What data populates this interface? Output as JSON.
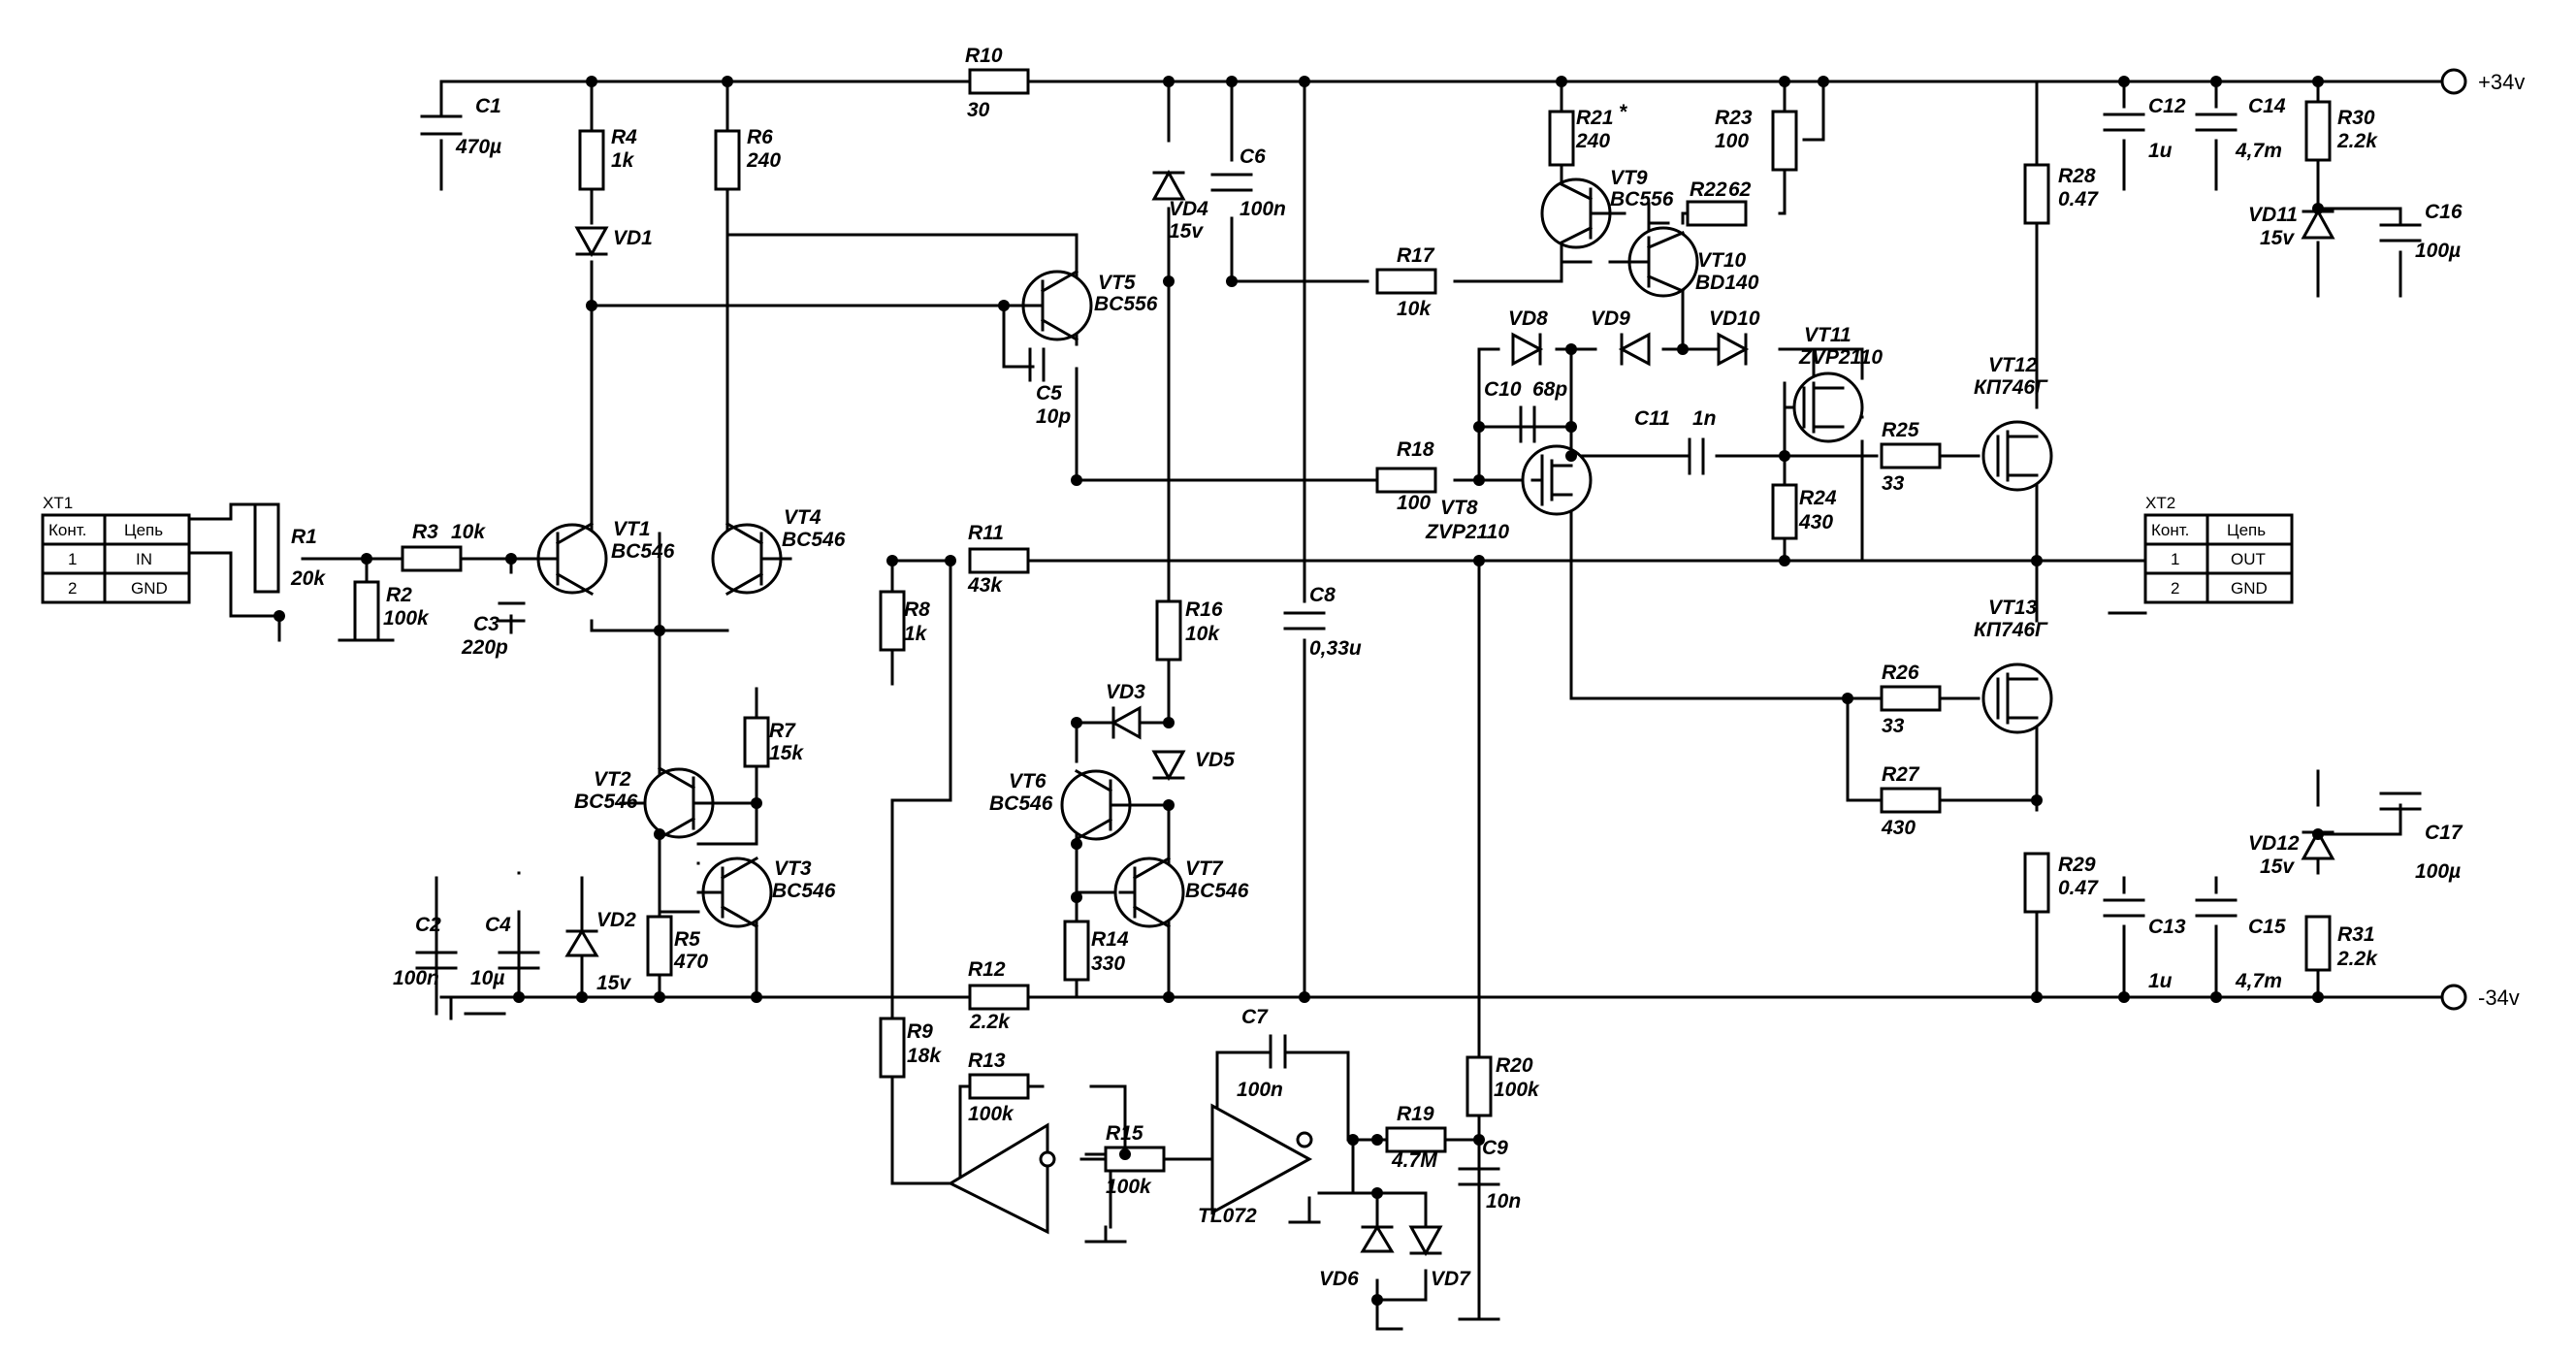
{
  "rails": {
    "positive": "+34v",
    "negative": "-34v"
  },
  "connectors": {
    "xt1": {
      "title": "XT1",
      "header": [
        "Конт.",
        "Цепь"
      ],
      "rows": [
        [
          "1",
          "IN"
        ],
        [
          "2",
          "GND"
        ]
      ]
    },
    "xt2": {
      "title": "XT2",
      "header": [
        "Конт.",
        "Цепь"
      ],
      "rows": [
        [
          "1",
          "OUT"
        ],
        [
          "2",
          "GND"
        ]
      ]
    }
  },
  "components": {
    "C1": {
      "ref": "C1",
      "value": "470µ"
    },
    "R1": {
      "ref": "R1",
      "value": "20k"
    },
    "R2": {
      "ref": "R2",
      "value": "100k"
    },
    "R3": {
      "ref": "R3",
      "value": "10k"
    },
    "C3": {
      "ref": "C3",
      "value": "220p"
    },
    "R4": {
      "ref": "R4",
      "value": "1k"
    },
    "VD1": {
      "ref": "VD1",
      "value": ""
    },
    "R6": {
      "ref": "R6",
      "value": "240"
    },
    "VT1": {
      "ref": "VT1",
      "value": "BC546"
    },
    "VT4": {
      "ref": "VT4",
      "value": "BC546"
    },
    "R10": {
      "ref": "R10",
      "value": "30"
    },
    "VT5": {
      "ref": "VT5",
      "value": "BC556"
    },
    "C5": {
      "ref": "C5",
      "value": "10p"
    },
    "R8": {
      "ref": "R8",
      "value": "1k"
    },
    "R11": {
      "ref": "R11",
      "value": "43k"
    },
    "R7": {
      "ref": "R7",
      "value": "15k"
    },
    "VT2": {
      "ref": "VT2",
      "value": "BC546"
    },
    "VT3": {
      "ref": "VT3",
      "value": "BC546"
    },
    "C2": {
      "ref": "C2",
      "value": "100n"
    },
    "C4": {
      "ref": "C4",
      "value": "10µ"
    },
    "VD2": {
      "ref": "VD2",
      "value": "15v"
    },
    "R5": {
      "ref": "R5",
      "value": "470"
    },
    "VD4": {
      "ref": "VD4",
      "value": "15v"
    },
    "C6": {
      "ref": "C6",
      "value": "100n"
    },
    "R16": {
      "ref": "R16",
      "value": "10k"
    },
    "VD3": {
      "ref": "VD3",
      "value": ""
    },
    "VD5": {
      "ref": "VD5",
      "value": ""
    },
    "VT6": {
      "ref": "VT6",
      "value": "BC546"
    },
    "VT7": {
      "ref": "VT7",
      "value": "BC546"
    },
    "R14": {
      "ref": "R14",
      "value": "330"
    },
    "C8": {
      "ref": "C8",
      "value": "0,33u"
    },
    "R12": {
      "ref": "R12",
      "value": "2.2k"
    },
    "R9": {
      "ref": "R9",
      "value": "18k"
    },
    "R13": {
      "ref": "R13",
      "value": "100k"
    },
    "R15": {
      "ref": "R15",
      "value": "100k"
    },
    "C7": {
      "ref": "C7",
      "value": "100n"
    },
    "U1": {
      "ref": "",
      "value": "TL072"
    },
    "R19": {
      "ref": "R19",
      "value": "4.7M"
    },
    "VD6": {
      "ref": "VD6",
      "value": ""
    },
    "VD7": {
      "ref": "VD7",
      "value": ""
    },
    "R20": {
      "ref": "R20",
      "value": "100k"
    },
    "C9": {
      "ref": "C9",
      "value": "10n"
    },
    "R17": {
      "ref": "R17",
      "value": "10k"
    },
    "R18": {
      "ref": "R18",
      "value": "100"
    },
    "VT8": {
      "ref": "VT8",
      "value": "ZVP2110"
    },
    "R21": {
      "ref": "R21",
      "value": "240",
      "mark": "*"
    },
    "VT9": {
      "ref": "VT9",
      "value": "BC556"
    },
    "R22": {
      "ref": "R22",
      "value": "62"
    },
    "R23": {
      "ref": "R23",
      "value": "100"
    },
    "VT10": {
      "ref": "VT10",
      "value": "BD140"
    },
    "VD8": {
      "ref": "VD8",
      "value": ""
    },
    "VD9": {
      "ref": "VD9",
      "value": ""
    },
    "VD10": {
      "ref": "VD10",
      "value": ""
    },
    "C10": {
      "ref": "C10",
      "value": "68p"
    },
    "VT11": {
      "ref": "VT11",
      "value": "ZVP2110"
    },
    "C11": {
      "ref": "C11",
      "value": "1n"
    },
    "R24": {
      "ref": "R24",
      "value": "430"
    },
    "R25": {
      "ref": "R25",
      "value": "33"
    },
    "VT12": {
      "ref": "VT12",
      "value": "КП746Г"
    },
    "VT13": {
      "ref": "VT13",
      "value": "КП746Г"
    },
    "R26": {
      "ref": "R26",
      "value": "33"
    },
    "R27": {
      "ref": "R27",
      "value": "430"
    },
    "R28": {
      "ref": "R28",
      "value": "0.47"
    },
    "R29": {
      "ref": "R29",
      "value": "0.47"
    },
    "C12": {
      "ref": "C12",
      "value": "1u"
    },
    "C13": {
      "ref": "C13",
      "value": "1u"
    },
    "C14": {
      "ref": "C14",
      "value": "4,7m"
    },
    "C15": {
      "ref": "C15",
      "value": "4,7m"
    },
    "R30": {
      "ref": "R30",
      "value": "2.2k"
    },
    "R31": {
      "ref": "R31",
      "value": "2.2k"
    },
    "VD11": {
      "ref": "VD11",
      "value": "15v"
    },
    "VD12": {
      "ref": "VD12",
      "value": "15v"
    },
    "C16": {
      "ref": "C16",
      "value": "100µ"
    },
    "C17": {
      "ref": "C17",
      "value": "100µ"
    }
  }
}
